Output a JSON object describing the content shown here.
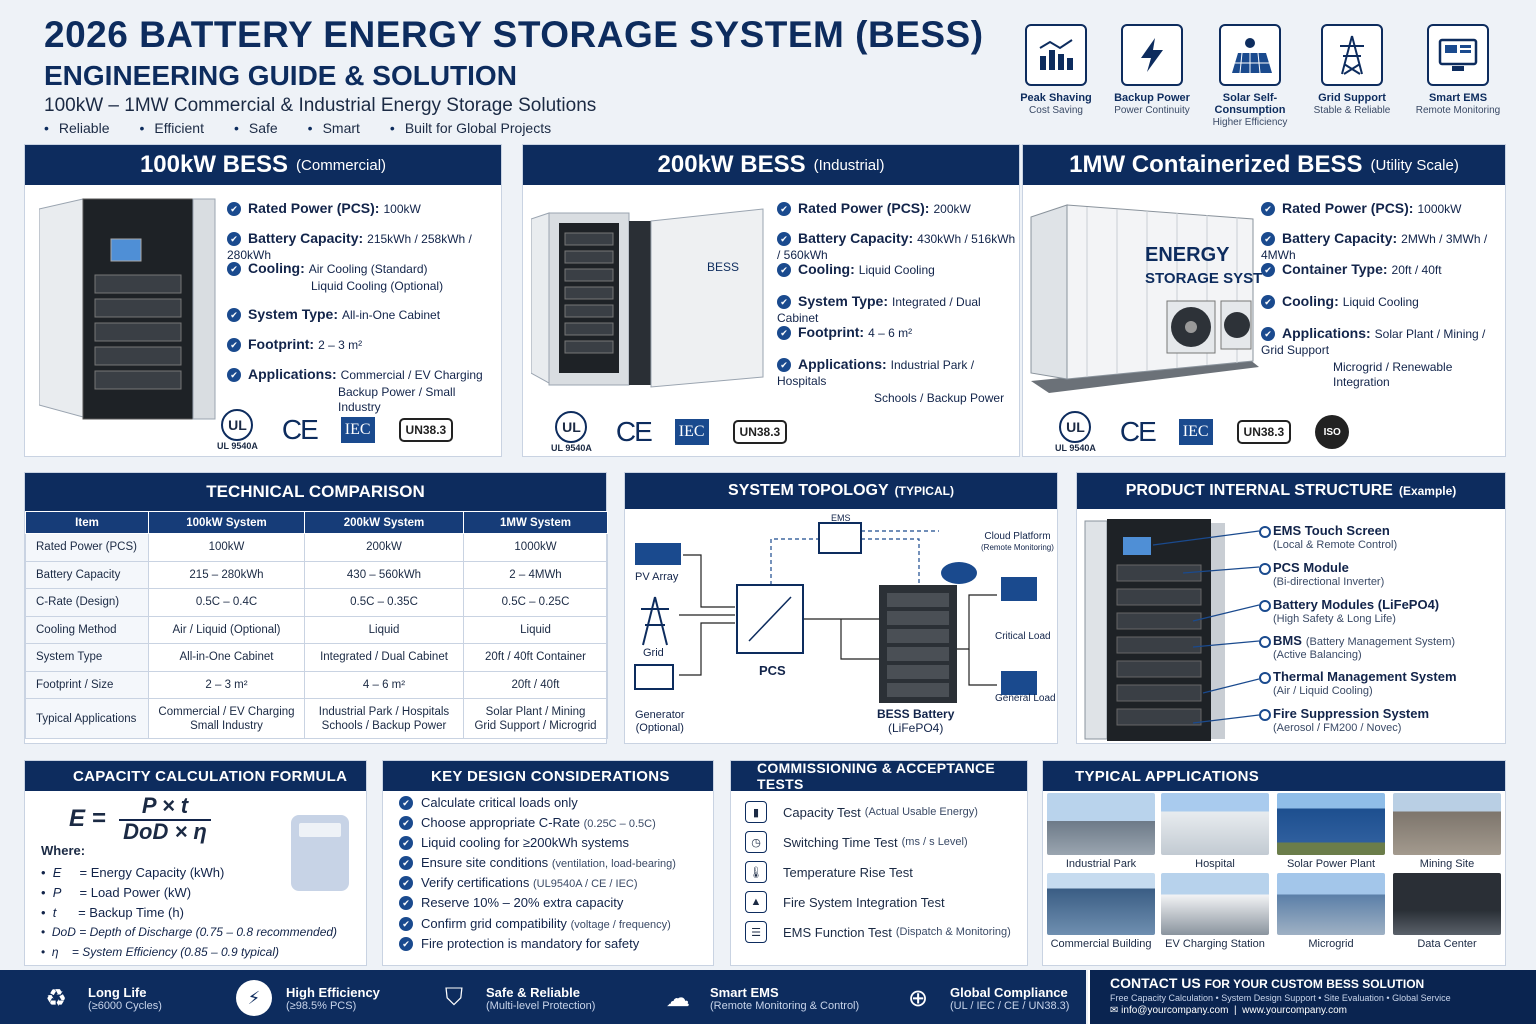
{
  "header": {
    "title": "2026 BATTERY ENERGY STORAGE SYSTEM (BESS)",
    "subtitle": "ENGINEERING GUIDE & SOLUTION",
    "tagline": "100kW – 1MW Commercial & Industrial Energy Storage Solutions",
    "bullets": [
      "Reliable",
      "Efficient",
      "Safe",
      "Smart",
      "Built for Global Projects"
    ]
  },
  "features": [
    {
      "title": "Peak Shaving",
      "sub": "Cost Saving",
      "icon": "bar-chart-icon"
    },
    {
      "title": "Backup Power",
      "sub": "Power Continuity",
      "icon": "lightning-icon"
    },
    {
      "title": "Solar Self-Consumption",
      "sub": "Higher Efficiency",
      "icon": "solar-panel-icon"
    },
    {
      "title": "Grid Support",
      "sub": "Stable & Reliable",
      "icon": "power-tower-icon"
    },
    {
      "title": "Smart EMS",
      "sub": "Remote Monitoring",
      "icon": "monitor-icon"
    }
  ],
  "products": [
    {
      "name": "100kW BESS",
      "tag": "(Commercial)",
      "specs": [
        {
          "k": "Rated Power (PCS):",
          "v": "100kW"
        },
        {
          "k": "Battery Capacity:",
          "v": "215kWh / 258kWh / 280kWh"
        },
        {
          "k": "Cooling:",
          "v": "Air Cooling (Standard)",
          "v2": "Liquid Cooling (Optional)"
        },
        {
          "k": "System Type:",
          "v": "All-in-One Cabinet"
        },
        {
          "k": "Footprint:",
          "v": "2 – 3 m²"
        },
        {
          "k": "Applications:",
          "v": "Commercial / EV Charging",
          "v2": "Backup Power / Small Industry"
        }
      ]
    },
    {
      "name": "200kW BESS",
      "tag": "(Industrial)",
      "specs": [
        {
          "k": "Rated Power (PCS):",
          "v": "200kW"
        },
        {
          "k": "Battery Capacity:",
          "v": "430kWh / 516kWh / 560kWh"
        },
        {
          "k": "Cooling:",
          "v": "Liquid Cooling"
        },
        {
          "k": "System Type:",
          "v": "Integrated / Dual Cabinet"
        },
        {
          "k": "Footprint:",
          "v": "4 – 6 m²"
        },
        {
          "k": "Applications:",
          "v": "Industrial Park / Hospitals",
          "v2": "Schools / Backup Power"
        }
      ]
    },
    {
      "name": "1MW Containerized BESS",
      "tag": "(Utility Scale)",
      "specs": [
        {
          "k": "Rated Power (PCS):",
          "v": "1000kW"
        },
        {
          "k": "Battery Capacity:",
          "v": "2MWh / 3MWh / 4MWh"
        },
        {
          "k": "Container Type:",
          "v": "20ft / 40ft"
        },
        {
          "k": "Cooling:",
          "v": "Liquid Cooling"
        },
        {
          "k": "Applications:",
          "v": "Solar Plant / Mining / Grid Support",
          "v2": "Microgrid / Renewable Integration"
        }
      ]
    }
  ],
  "images": {
    "cabinet_label": "BESS",
    "container_line1": "ENERGY",
    "container_line2": "STORAGE SYSTEM"
  },
  "certs": {
    "ul": "UL",
    "ul_sub": "UL 9540A",
    "ce": "CE",
    "iec": "IEC",
    "un": "UN38.3",
    "iso": "ISO"
  },
  "comparison": {
    "title": "TECHNICAL COMPARISON",
    "headers": [
      "Item",
      "100kW System",
      "200kW System",
      "1MW System"
    ],
    "rows": [
      [
        "Rated Power (PCS)",
        "100kW",
        "200kW",
        "1000kW"
      ],
      [
        "Battery Capacity",
        "215 – 280kWh",
        "430 – 560kWh",
        "2 – 4MWh"
      ],
      [
        "C-Rate (Design)",
        "0.5C – 0.4C",
        "0.5C – 0.35C",
        "0.5C – 0.25C"
      ],
      [
        "Cooling Method",
        "Air / Liquid (Optional)",
        "Liquid",
        "Liquid"
      ],
      [
        "System Type",
        "All-in-One Cabinet",
        "Integrated / Dual Cabinet",
        "20ft / 40ft Container"
      ],
      [
        "Footprint / Size",
        "2 – 3 m²",
        "4 – 6 m²",
        "20ft / 40ft"
      ],
      [
        "Typical Applications",
        "Commercial / EV Charging\nSmall Industry",
        "Industrial Park / Hospitals\nSchools / Backup Power",
        "Solar Plant / Mining\nGrid Support / Microgrid"
      ]
    ]
  },
  "topology": {
    "title": "SYSTEM TOPOLOGY",
    "tag": "(TYPICAL)",
    "pv": "PV Array",
    "grid": "Grid",
    "gen": "Generator",
    "gen2": "(Optional)",
    "ems": "EMS",
    "cloud": "Cloud Platform",
    "cloud2": "(Remote Monitoring)",
    "pcs": "PCS",
    "battery": "BESS Battery",
    "battery2": "(LiFePO4)",
    "critical": "Critical Load",
    "general": "General Load"
  },
  "structure": {
    "title": "PRODUCT INTERNAL STRUCTURE",
    "tag": "(Example)",
    "items": [
      {
        "t": "EMS Touch Screen",
        "s": "(Local & Remote Control)"
      },
      {
        "t": "PCS Module",
        "s": "(Bi-directional Inverter)"
      },
      {
        "t": "Battery Modules (LiFePO4)",
        "s": "(High Safety & Long Life)"
      },
      {
        "t": "BMS",
        "i": "(Battery Management System)",
        "s": "(Active Balancing)"
      },
      {
        "t": "Thermal Management System",
        "s": "(Air / Liquid Cooling)"
      },
      {
        "t": "Fire Suppression System",
        "s": "(Aerosol / FM200 / Novec)"
      }
    ]
  },
  "formula": {
    "title": "CAPACITY CALCULATION FORMULA",
    "lhs": "E =",
    "num": "P × t",
    "den": "DoD × η",
    "where": "Where:",
    "vars": [
      {
        "sym": "E",
        "desc": "= Energy Capacity (kWh)"
      },
      {
        "sym": "P",
        "desc": "= Load Power (kW)"
      },
      {
        "sym": "t",
        "desc": "= Backup Time (h)"
      },
      {
        "sym": "DoD",
        "desc": "= Depth of Discharge (0.75 – 0.8 recommended)"
      },
      {
        "sym": "η",
        "desc": "= System Efficiency (0.85 – 0.9 typical)"
      }
    ]
  },
  "design": {
    "title": "KEY DESIGN CONSIDERATIONS",
    "items": [
      {
        "t": "Calculate critical loads only",
        "s": ""
      },
      {
        "t": "Choose appropriate C-Rate",
        "s": "(0.25C – 0.5C)"
      },
      {
        "t": "Liquid cooling for ≥200kWh systems",
        "s": ""
      },
      {
        "t": "Ensure site conditions",
        "s": "(ventilation, load-bearing)"
      },
      {
        "t": "Verify certifications",
        "s": "(UL9540A / CE / IEC)"
      },
      {
        "t": "Reserve 10% – 20% extra capacity",
        "s": ""
      },
      {
        "t": "Confirm grid compatibility",
        "s": "(voltage / frequency)"
      },
      {
        "t": "Fire protection is mandatory for safety",
        "s": ""
      }
    ]
  },
  "tests": {
    "title": "COMMISSIONING & ACCEPTANCE TESTS",
    "items": [
      {
        "t": "Capacity Test",
        "s": "(Actual Usable Energy)"
      },
      {
        "t": "Switching Time Test",
        "s": "(ms / s Level)"
      },
      {
        "t": "Temperature Rise Test",
        "s": ""
      },
      {
        "t": "Fire System Integration Test",
        "s": ""
      },
      {
        "t": "EMS Function Test",
        "s": "(Dispatch & Monitoring)"
      }
    ]
  },
  "applications": {
    "title": "TYPICAL APPLICATIONS",
    "items": [
      "Industrial Park",
      "Hospital",
      "Solar Power Plant",
      "Mining Site",
      "Commercial Building",
      "EV Charging Station",
      "Microgrid",
      "Data Center"
    ]
  },
  "footer": {
    "items": [
      {
        "a": "Long Life",
        "b": "(≥6000 Cycles)",
        "icon": "recycle-icon"
      },
      {
        "a": "High Efficiency",
        "b": "(≥98.5% PCS)",
        "icon": "lightning-icon"
      },
      {
        "a": "Safe & Reliable",
        "b": "(Multi-level Protection)",
        "icon": "shield-icon"
      },
      {
        "a": "Smart EMS",
        "b": "(Remote Monitoring & Control)",
        "icon": "cloud-icon"
      },
      {
        "a": "Global Compliance",
        "b": "(UL / IEC / CE / UN38.3)",
        "icon": "globe-icon"
      }
    ],
    "contact_title": "CONTACT US",
    "contact_sub": "FOR YOUR CUSTOM  BESS SOLUTION",
    "services": "Free Capacity Calculation  •  System Design Support  •  Site Evaluation  •  Global Service",
    "email": "info@yourcompany.com",
    "web": "www.yourcompany.com"
  }
}
